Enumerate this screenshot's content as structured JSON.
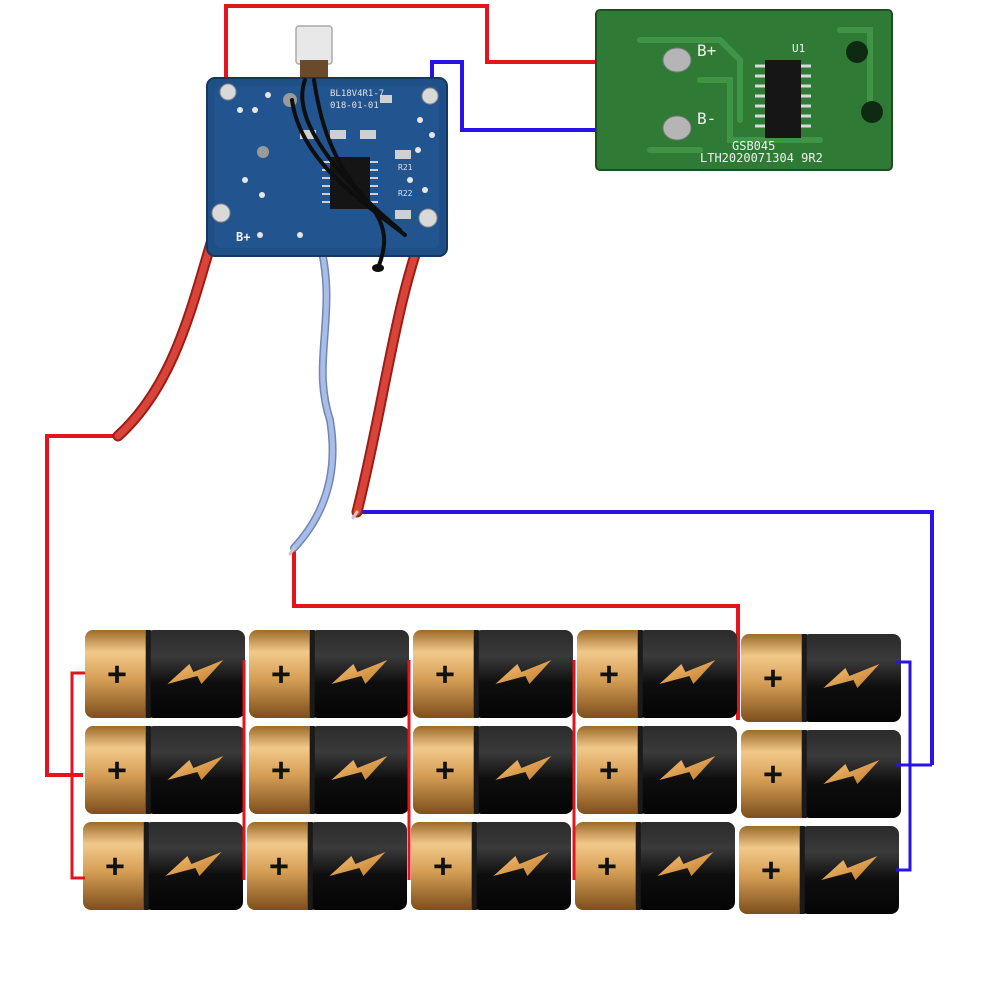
{
  "bms_board": {
    "bplus_label": "B+",
    "model_fragment": "BL18V4R1-7",
    "date_fragment": "018-01-01",
    "r_labels": [
      "R21",
      "R22"
    ]
  },
  "green_board": {
    "bplus_label": "B+",
    "bminus_label": "B-",
    "chip_label": "U1",
    "part_code": "GSB045",
    "serial": "LTH2020071304 9R2"
  },
  "battery_pack": {
    "columns": 5,
    "rows": 3,
    "terminal_symbol": "+",
    "icon": "lightning-bolt-icon"
  },
  "colors": {
    "positive_wire": "#e5131b",
    "negative_wire": "#2a13e8",
    "bms_pcb": "#1e4f86",
    "green_pcb": "#2f7a34",
    "cell_gold": "#d39a4e",
    "cell_black": "#111111",
    "bolt_gold": "#e6a24a"
  }
}
